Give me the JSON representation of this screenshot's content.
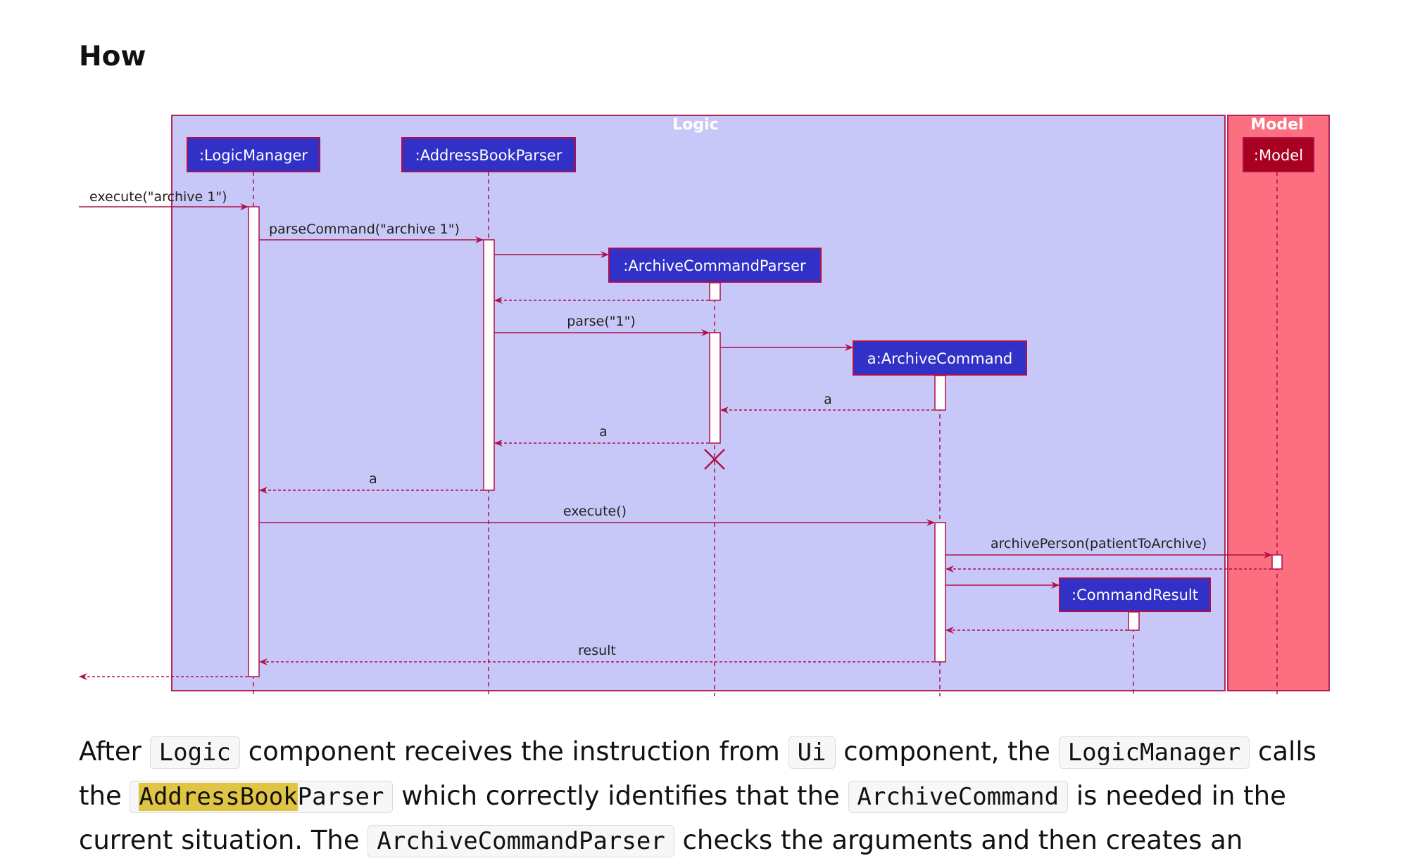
{
  "heading": "How",
  "diagram": {
    "frames": [
      {
        "id": "logic",
        "title": "Logic"
      },
      {
        "id": "model",
        "title": "Model"
      }
    ],
    "participants": [
      {
        "id": "lm",
        "label": ":LogicManager"
      },
      {
        "id": "abp",
        "label": ":AddressBookParser"
      },
      {
        "id": "acp",
        "label": ":ArchiveCommandParser"
      },
      {
        "id": "ac",
        "label": "a:ArchiveCommand"
      },
      {
        "id": "cr",
        "label": ":CommandResult"
      },
      {
        "id": "model",
        "label": ":Model"
      }
    ],
    "messages": [
      {
        "id": "m1",
        "label": "execute(\"archive 1\")"
      },
      {
        "id": "m2",
        "label": "parseCommand(\"archive 1\")"
      },
      {
        "id": "m3",
        "label": ""
      },
      {
        "id": "m4",
        "label": ""
      },
      {
        "id": "m5",
        "label": "parse(\"1\")"
      },
      {
        "id": "m6",
        "label": ""
      },
      {
        "id": "m7",
        "label": "a"
      },
      {
        "id": "m8",
        "label": "a"
      },
      {
        "id": "m9",
        "label": "a"
      },
      {
        "id": "m10",
        "label": "execute()"
      },
      {
        "id": "m11",
        "label": "archivePerson(patientToArchive)"
      },
      {
        "id": "m12",
        "label": ""
      },
      {
        "id": "m13",
        "label": ""
      },
      {
        "id": "m14",
        "label": ""
      },
      {
        "id": "m15",
        "label": "result"
      },
      {
        "id": "m16",
        "label": ""
      }
    ],
    "colors": {
      "logic_fill": "#c8c8f8",
      "logic_border": "#b0285a",
      "model_fill": "#fb6f80",
      "participant_fill": "#3131c8",
      "model_participant_fill": "#a80020",
      "arrow": "#b0104a"
    }
  },
  "paragraph": {
    "s1": "After ",
    "c1": "Logic",
    "s2": " component receives the instruction from ",
    "c2": "Ui",
    "s3": " component, the ",
    "c3": "LogicManager",
    "s4": " calls",
    "s5": "the ",
    "c4a": "AddressBook",
    "c4b": "Parser",
    "s6": " which correctly identifies that the ",
    "c5": "ArchiveCommand",
    "s7": " is needed in the",
    "s8": "current situation. The ",
    "c6": "ArchiveCommandParser",
    "s9": " checks the arguments and then creates an"
  }
}
